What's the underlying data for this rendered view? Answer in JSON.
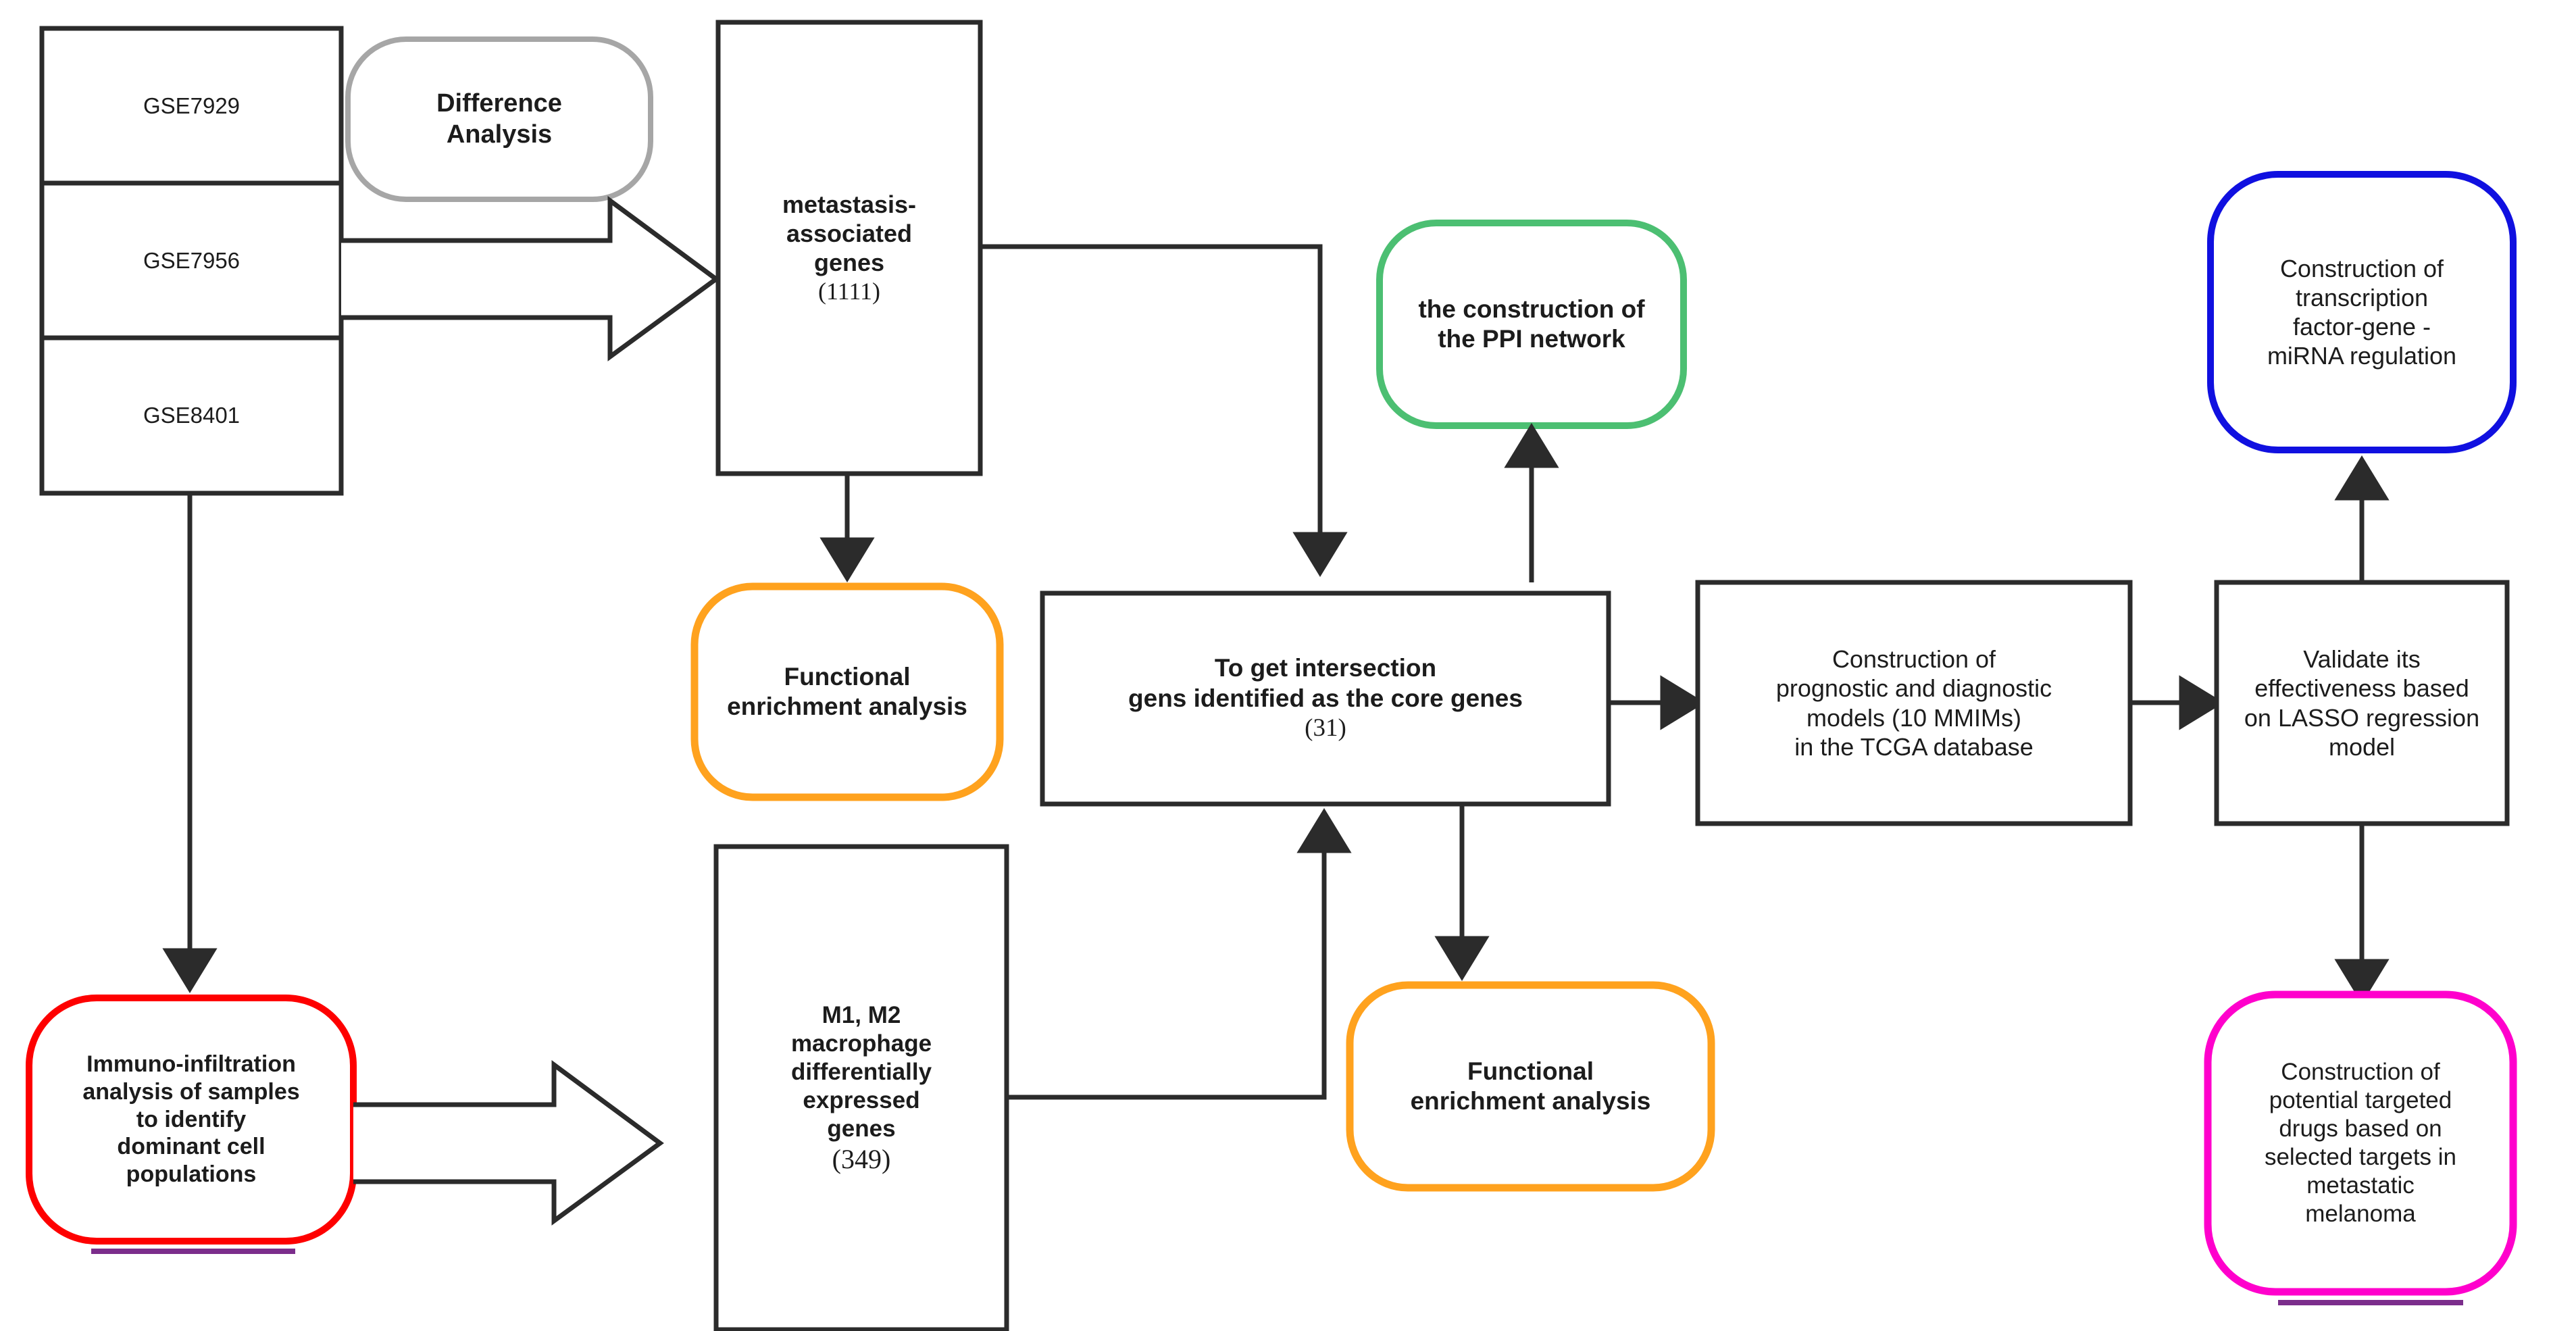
{
  "diagram": {
    "title": "Metastatic melanoma bioinformatics analysis workflow",
    "type": "flowchart",
    "colors": {
      "default_stroke": "#2b2b2b",
      "grey": "#a6a6a6",
      "orange": "#FFA21E",
      "green": "#4CBF72",
      "blue": "#1010E0",
      "red": "#FE0000",
      "magenta": "#FF00CC",
      "underline": "#7B2D8B",
      "text": "#1c1c1c",
      "background": "#FFFFFF"
    },
    "nodes": {
      "dataset_stack": {
        "shape": "stacked-rectangle",
        "color": "#2b2b2b",
        "cells": [
          {
            "label": "GSE7929"
          },
          {
            "label": "GSE7956"
          },
          {
            "label": "GSE8401"
          }
        ]
      },
      "difference_analysis": {
        "shape": "rounded-rectangle",
        "color": "#a6a6a6",
        "lines": [
          "Difference",
          "Analysis"
        ],
        "bold": true
      },
      "metastasis_genes": {
        "shape": "rectangle",
        "color": "#2b2b2b",
        "lines": [
          "metastasis-",
          "associated",
          "genes"
        ],
        "count": "(1111)",
        "bold": true
      },
      "functional_enrichment_top": {
        "shape": "rounded-rectangle",
        "color": "#FFA21E",
        "lines": [
          "Functional",
          "enrichment analysis"
        ],
        "bold": true
      },
      "ppi_network": {
        "shape": "rounded-rectangle",
        "color": "#4CBF72",
        "lines": [
          "the construction of",
          "the PPI network"
        ],
        "bold": true
      },
      "intersection_core_genes": {
        "shape": "rectangle",
        "color": "#2b2b2b",
        "lines": [
          "To get intersection",
          "gens identified as the core genes"
        ],
        "count": "(31)",
        "bold": true
      },
      "functional_enrichment_bottom": {
        "shape": "rounded-rectangle",
        "color": "#FFA21E",
        "lines": [
          "Functional",
          "enrichment analysis"
        ],
        "bold": true
      },
      "immuno_infiltration": {
        "shape": "rounded-rectangle",
        "color": "#FE0000",
        "underline": "#7B2D8B",
        "lines": [
          "Immuno-infiltration",
          "analysis of samples",
          "to identify",
          "dominant cell",
          "populations"
        ],
        "bold": true
      },
      "macrophage_deg": {
        "shape": "rectangle",
        "color": "#2b2b2b",
        "lines": [
          "M1, M2",
          "macrophage",
          "differentially",
          "expressed",
          "genes"
        ],
        "count": "(349)",
        "bold": true
      },
      "prognostic_models": {
        "shape": "rectangle",
        "color": "#2b2b2b",
        "lines": [
          "Construction of",
          "prognostic and diagnostic",
          "models (10 MMIMs)",
          "in the TCGA database"
        ],
        "bold": false
      },
      "lasso_validation": {
        "shape": "rectangle",
        "color": "#2b2b2b",
        "lines": [
          "Validate its",
          "effectiveness based",
          "on LASSO regression",
          "model"
        ],
        "bold": false
      },
      "tf_gene_mirna": {
        "shape": "rounded-rectangle",
        "color": "#1010E0",
        "lines": [
          "Construction of",
          "transcription",
          "factor-gene -",
          "miRNA regulation"
        ],
        "bold": false
      },
      "targeted_drugs": {
        "shape": "rounded-rectangle",
        "color": "#FF00CC",
        "underline": "#7B2D8B",
        "lines": [
          "Construction of",
          "potential targeted",
          "drugs based on",
          "selected targets in",
          "metastatic",
          "melanoma"
        ],
        "bold": false
      }
    },
    "edges": [
      {
        "from": "dataset_stack",
        "to": "metastasis_genes",
        "style": "block-arrow"
      },
      {
        "from": "metastasis_genes",
        "to": "functional_enrichment_top",
        "style": "line-arrow"
      },
      {
        "from": "metastasis_genes",
        "to": "intersection_core_genes",
        "style": "line-arrow"
      },
      {
        "from": "dataset_stack",
        "to": "immuno_infiltration",
        "style": "line-arrow"
      },
      {
        "from": "immuno_infiltration",
        "to": "macrophage_deg",
        "style": "block-arrow"
      },
      {
        "from": "macrophage_deg",
        "to": "intersection_core_genes",
        "style": "line-arrow"
      },
      {
        "from": "intersection_core_genes",
        "to": "ppi_network",
        "style": "line-arrow"
      },
      {
        "from": "intersection_core_genes",
        "to": "functional_enrichment_bottom",
        "style": "line-arrow"
      },
      {
        "from": "intersection_core_genes",
        "to": "prognostic_models",
        "style": "line-arrow"
      },
      {
        "from": "prognostic_models",
        "to": "lasso_validation",
        "style": "line-arrow"
      },
      {
        "from": "lasso_validation",
        "to": "tf_gene_mirna",
        "style": "line-arrow"
      },
      {
        "from": "lasso_validation",
        "to": "targeted_drugs",
        "style": "line-arrow"
      }
    ]
  }
}
